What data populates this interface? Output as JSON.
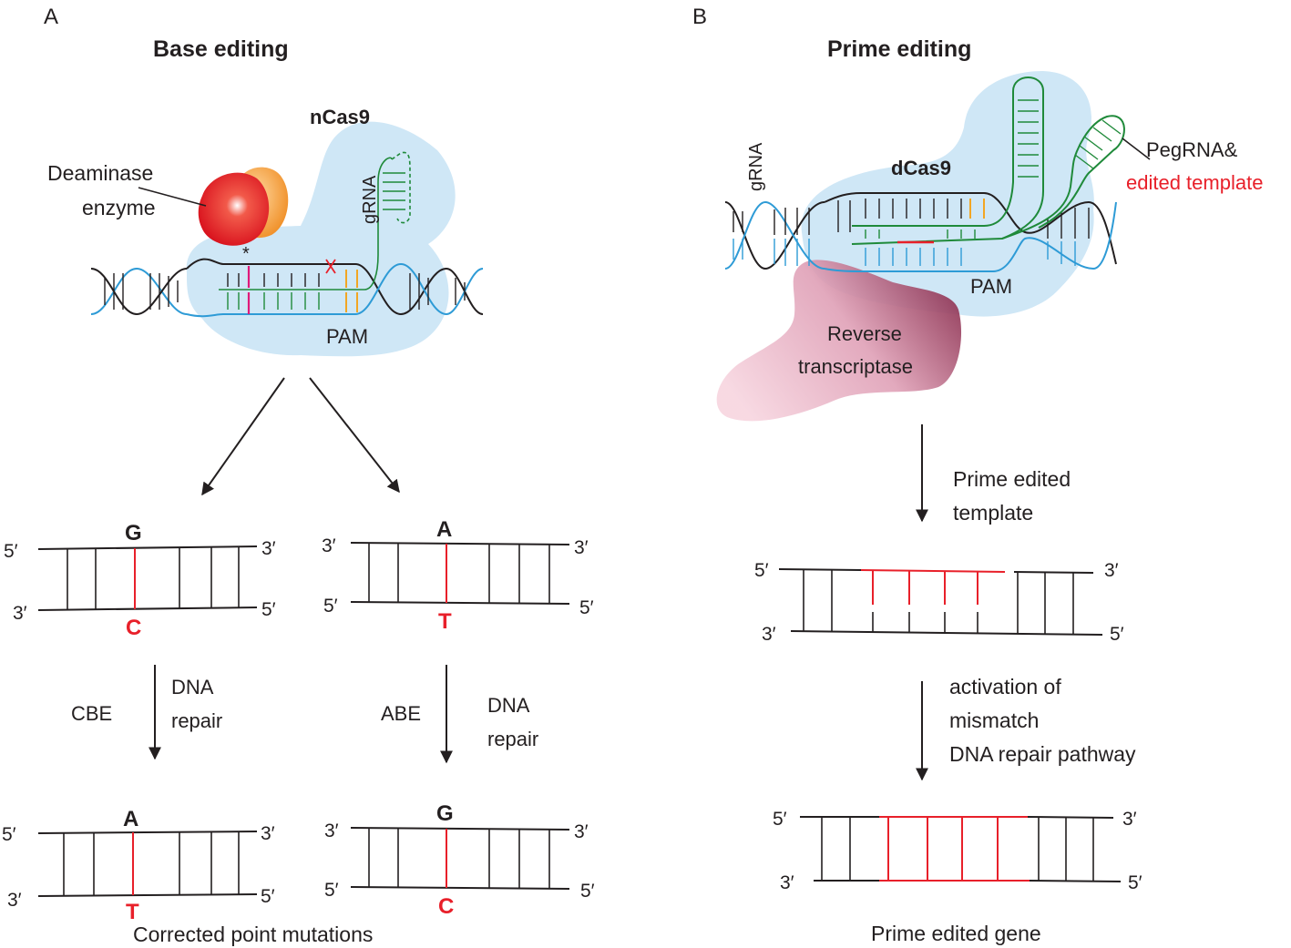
{
  "panel_a": {
    "letter": "A",
    "title": "Base editing",
    "enzyme_label_1": "Deaminase",
    "enzyme_label_2": "enzyme",
    "cas_label": "nCas9",
    "grna_label": "gRNA",
    "pam_label": "PAM",
    "mark_label": "*",
    "cbe": {
      "top_base": "G",
      "bottom_base": "C",
      "top_left": "5′",
      "top_right": "3′",
      "bottom_left": "3′",
      "bottom_right": "5′",
      "arrow_left": "CBE",
      "arrow_right_1": "DNA",
      "arrow_right_2": "repair",
      "result_top_base": "A",
      "result_bottom_base": "T"
    },
    "abe": {
      "top_base": "A",
      "bottom_base": "T",
      "top_left": "3′",
      "top_right": "3′",
      "bottom_left": "5′",
      "bottom_right": "5′",
      "arrow_left": "ABE",
      "arrow_right_1": "DNA",
      "arrow_right_2": "repair",
      "result_top_base": "G",
      "result_bottom_base": "C"
    },
    "caption": "Corrected point mutations"
  },
  "panel_b": {
    "letter": "B",
    "title": "Prime editing",
    "cas_label": "dCas9",
    "grna_label": "gRNA",
    "pam_label": "PAM",
    "pegrna_label": "PegRNA&",
    "template_label": "edited template",
    "rt_label_1": "Reverse",
    "rt_label_2": "transcriptase",
    "step1_1": "Prime edited",
    "step1_2": "template",
    "step2_1": "activation of",
    "step2_2": "mismatch",
    "step2_3": "DNA repair pathway",
    "dna1": {
      "top_left": "5′",
      "top_right": "3′",
      "bottom_left": "3′",
      "bottom_right": "5′"
    },
    "dna2": {
      "top_left": "5′",
      "top_right": "3′",
      "bottom_left": "3′",
      "bottom_right": "5′"
    },
    "caption": "Prime edited gene"
  },
  "colors": {
    "red": "#e8202a",
    "blue": "#2e9bd6",
    "green": "#1f8a3a",
    "cas_blob": "#cfe7f6",
    "rt_blob": "#d98fa6"
  }
}
